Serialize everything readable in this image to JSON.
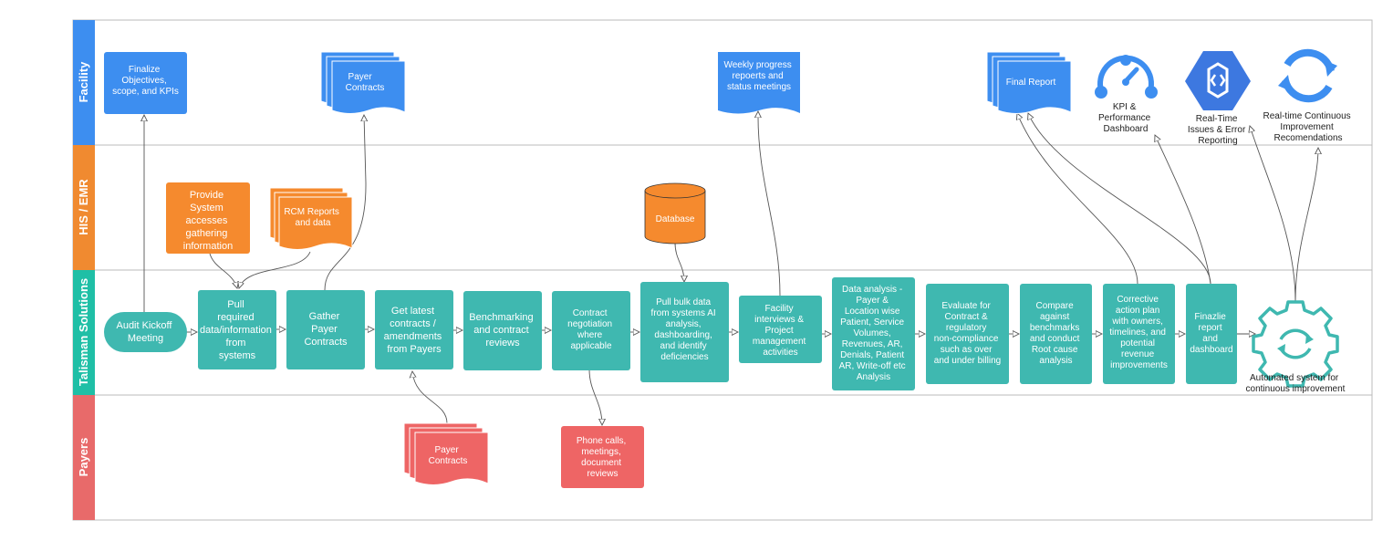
{
  "lanes": [
    {
      "id": "facility",
      "label": "Facility",
      "color": "#3d8ef0"
    },
    {
      "id": "his",
      "label": "HIS / EMR",
      "color": "#f08a30"
    },
    {
      "id": "talisman",
      "label": "Talisman Solutions",
      "color": "#1fbfa6"
    },
    {
      "id": "payers",
      "label": "Payers",
      "color": "#e86a6a"
    }
  ],
  "colors": {
    "blue": "#3d8ef0",
    "orange": "#f58a2e",
    "teal": "#3fb8b0",
    "red": "#ee6565"
  },
  "nodes": {
    "finalize_objectives": [
      "Finalize",
      "Objectives,",
      "scope, and KPIs"
    ],
    "payer_contracts_facility": [
      "Payer",
      "Contracts"
    ],
    "weekly_progress": [
      "Weekly progress",
      "repoerts and",
      "status meetings"
    ],
    "final_report": [
      "Final Report"
    ],
    "kpi_dashboard": [
      "KPI &",
      "Performance",
      "Dashboard"
    ],
    "realtime_issues": [
      "Real-Time",
      "Issues & Error",
      "Reporting"
    ],
    "realtime_improvement": [
      "Real-time Continuous",
      "Improvement",
      "Recomendations"
    ],
    "provide_access": [
      "Provide",
      "System",
      "accesses",
      "gathering",
      "information"
    ],
    "rcm_reports": [
      "RCM Reports",
      "and data"
    ],
    "database": [
      "Database"
    ],
    "audit_kickoff": [
      "Audit Kickoff",
      "Meeting"
    ],
    "pull_required": [
      "Pull",
      "required",
      "data/information",
      "from",
      "systems"
    ],
    "gather_contracts": [
      "Gather",
      "Payer",
      "Contracts"
    ],
    "get_latest": [
      "Get latest",
      "contracts /",
      "amendments",
      "from Payers"
    ],
    "benchmarking": [
      "Benchmarking",
      "and contract",
      "reviews"
    ],
    "contract_negotiation": [
      "Contract",
      "negotiation",
      "where",
      "applicable"
    ],
    "pull_bulk": [
      "Pull bulk data",
      "from systems AI",
      "analysis,",
      "dashboarding,",
      "and identify",
      "deficiencies"
    ],
    "facility_interviews": [
      "Facility",
      "interviews &",
      "Project",
      "management",
      "activities"
    ],
    "data_analysis": [
      "Data analysis -",
      "Payer &",
      "Location wise",
      "Patient, Service",
      "Volumes,",
      "Revenues, AR,",
      "Denials, Patient",
      "AR, Write-off etc",
      "Analysis"
    ],
    "evaluate_contract": [
      "Evaluate for",
      "Contract &",
      "regulatory",
      "non-compliance",
      "such as over",
      "and under billing"
    ],
    "compare_benchmarks": [
      "Compare",
      "against",
      "benchmarks",
      "and conduct",
      "Root cause",
      "analysis"
    ],
    "corrective_action": [
      "Corrective",
      "action plan",
      "with owners,",
      "timelines, and",
      "potential",
      "revenue",
      "improvements"
    ],
    "finalize_report": [
      "Finazlie",
      "report",
      "and",
      "dashboard"
    ],
    "automated_system": [
      "Automated system for",
      "continuous improvement"
    ],
    "payer_contracts_payers": [
      "Payer",
      "Contracts"
    ],
    "phone_calls": [
      "Phone calls,",
      "meetings,",
      "document",
      "reviews"
    ]
  }
}
